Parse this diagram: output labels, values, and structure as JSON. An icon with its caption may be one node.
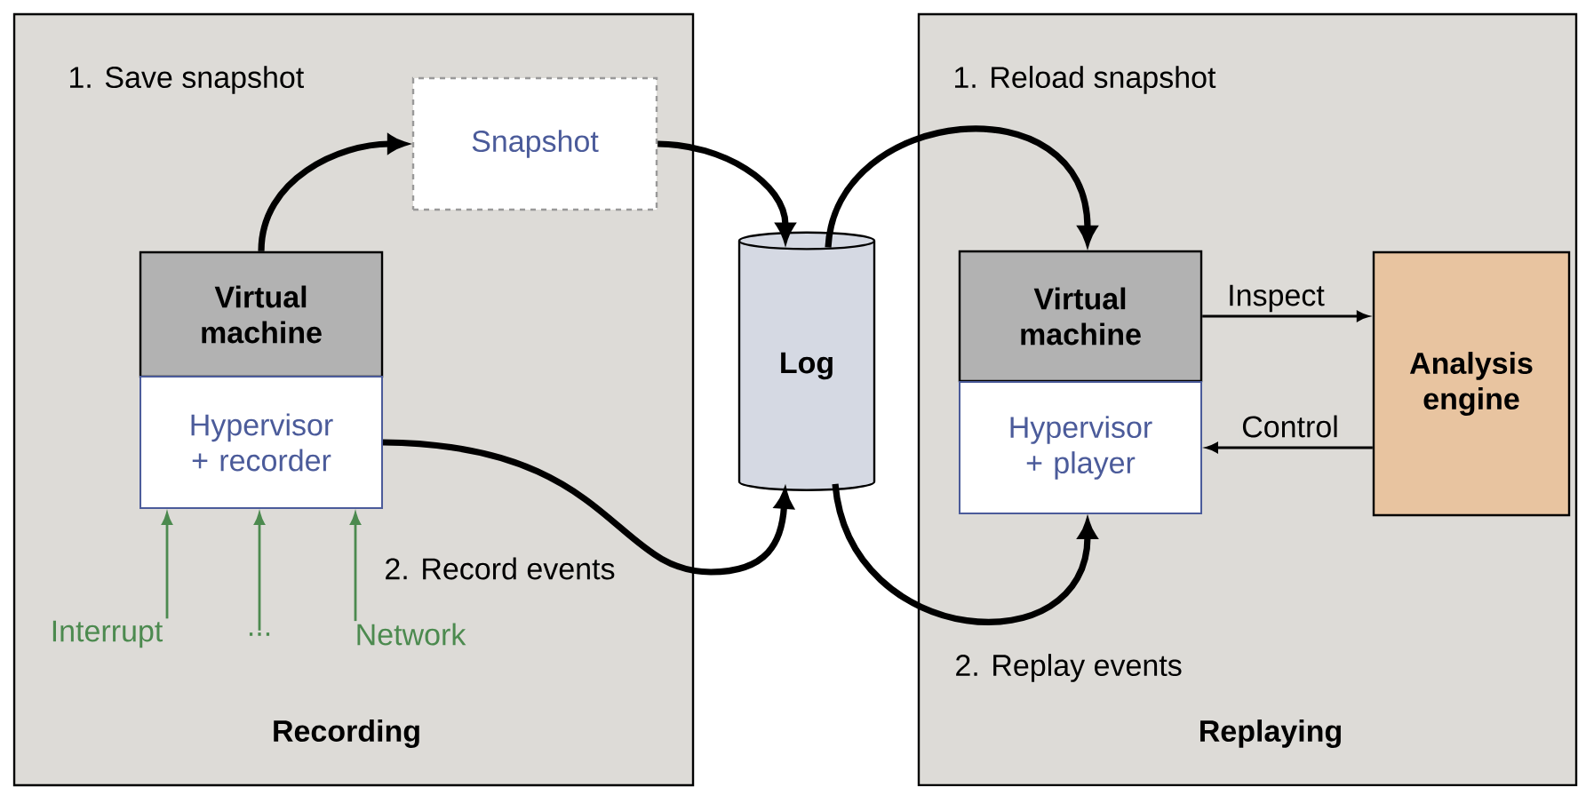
{
  "diagram": {
    "nodes": [
      {
        "text": [
          "Recording"
        ]
      },
      {
        "text": [
          "Snapshot"
        ],
        "in": 0
      },
      {
        "text": [
          "Virtual machine"
        ],
        "in": 0
      },
      {
        "text": [
          "Hypervisor + recorder"
        ],
        "in": 0
      },
      {
        "text": [
          "Interrupt"
        ],
        "in": 0
      },
      {
        "text": [
          "..."
        ],
        "in": 0
      },
      {
        "text": [
          "Network"
        ],
        "in": 0
      },
      {
        "text": [
          "Log"
        ]
      },
      {
        "text": [
          "Replaying"
        ]
      },
      {
        "text": [
          "Virtual machine"
        ],
        "in": 8
      },
      {
        "text": [
          "Hypervisor + player"
        ],
        "in": 8
      },
      {
        "text": [
          "Analysis engine"
        ],
        "in": 8
      }
    ],
    "edges": [
      {
        "from": 2,
        "to": 1,
        "arrow": "to",
        "style": "thick"
      },
      {
        "from": 1,
        "to": 7,
        "arrow": "to",
        "style": "thick"
      },
      {
        "from": 3,
        "to": 7,
        "arrow": "to",
        "style": "thick"
      },
      {
        "from": 4,
        "to": 3,
        "arrow": "to",
        "color": "#4c8a4f"
      },
      {
        "from": 5,
        "to": 3,
        "arrow": "to",
        "color": "#4c8a4f"
      },
      {
        "from": 6,
        "to": 3,
        "arrow": "to",
        "color": "#4c8a4f"
      },
      {
        "from": 7,
        "to": 9,
        "arrow": "to",
        "style": "thick"
      },
      {
        "from": 7,
        "to": 10,
        "arrow": "to",
        "style": "thick"
      },
      {
        "from": 9,
        "to": 11,
        "arrow": "to",
        "label": "Inspect"
      },
      {
        "from": 11,
        "to": 10,
        "arrow": "to",
        "label": "Control"
      }
    ],
    "labels": [
      "1. Save snapshot",
      "2. Record events",
      "1. Reload snapshot",
      "2. Replay events"
    ]
  }
}
